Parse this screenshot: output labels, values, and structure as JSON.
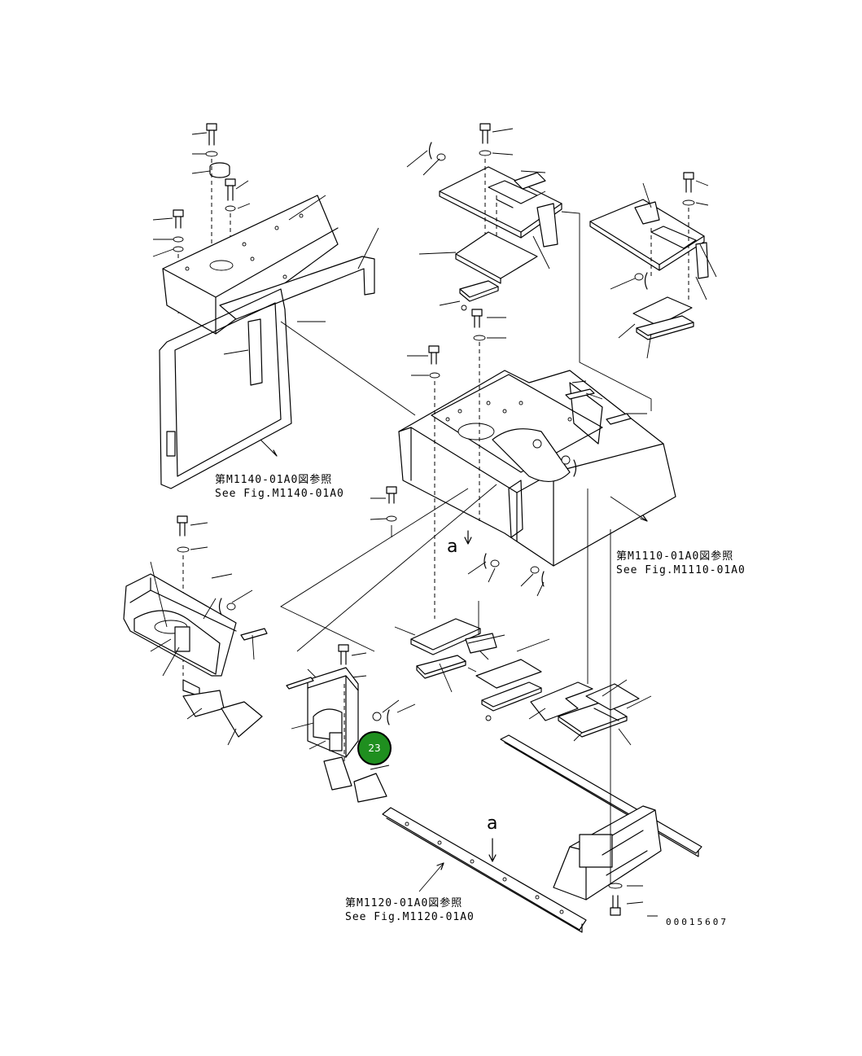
{
  "references": {
    "m1140": {
      "jp": "第M1140-01A0図参照",
      "en": "See Fig.M1140-01A0"
    },
    "m1110": {
      "jp": "第M1110-01A0図参照",
      "en": "See Fig.M1110-01A0"
    },
    "m1120": {
      "jp": "第M1120-01A0図参照",
      "en": "See Fig.M1120-01A0"
    }
  },
  "markers": {
    "a_upper": "a",
    "a_lower": "a"
  },
  "callout": {
    "label": "23",
    "color": "#1f8f1f"
  },
  "drawing_code": "00015607"
}
